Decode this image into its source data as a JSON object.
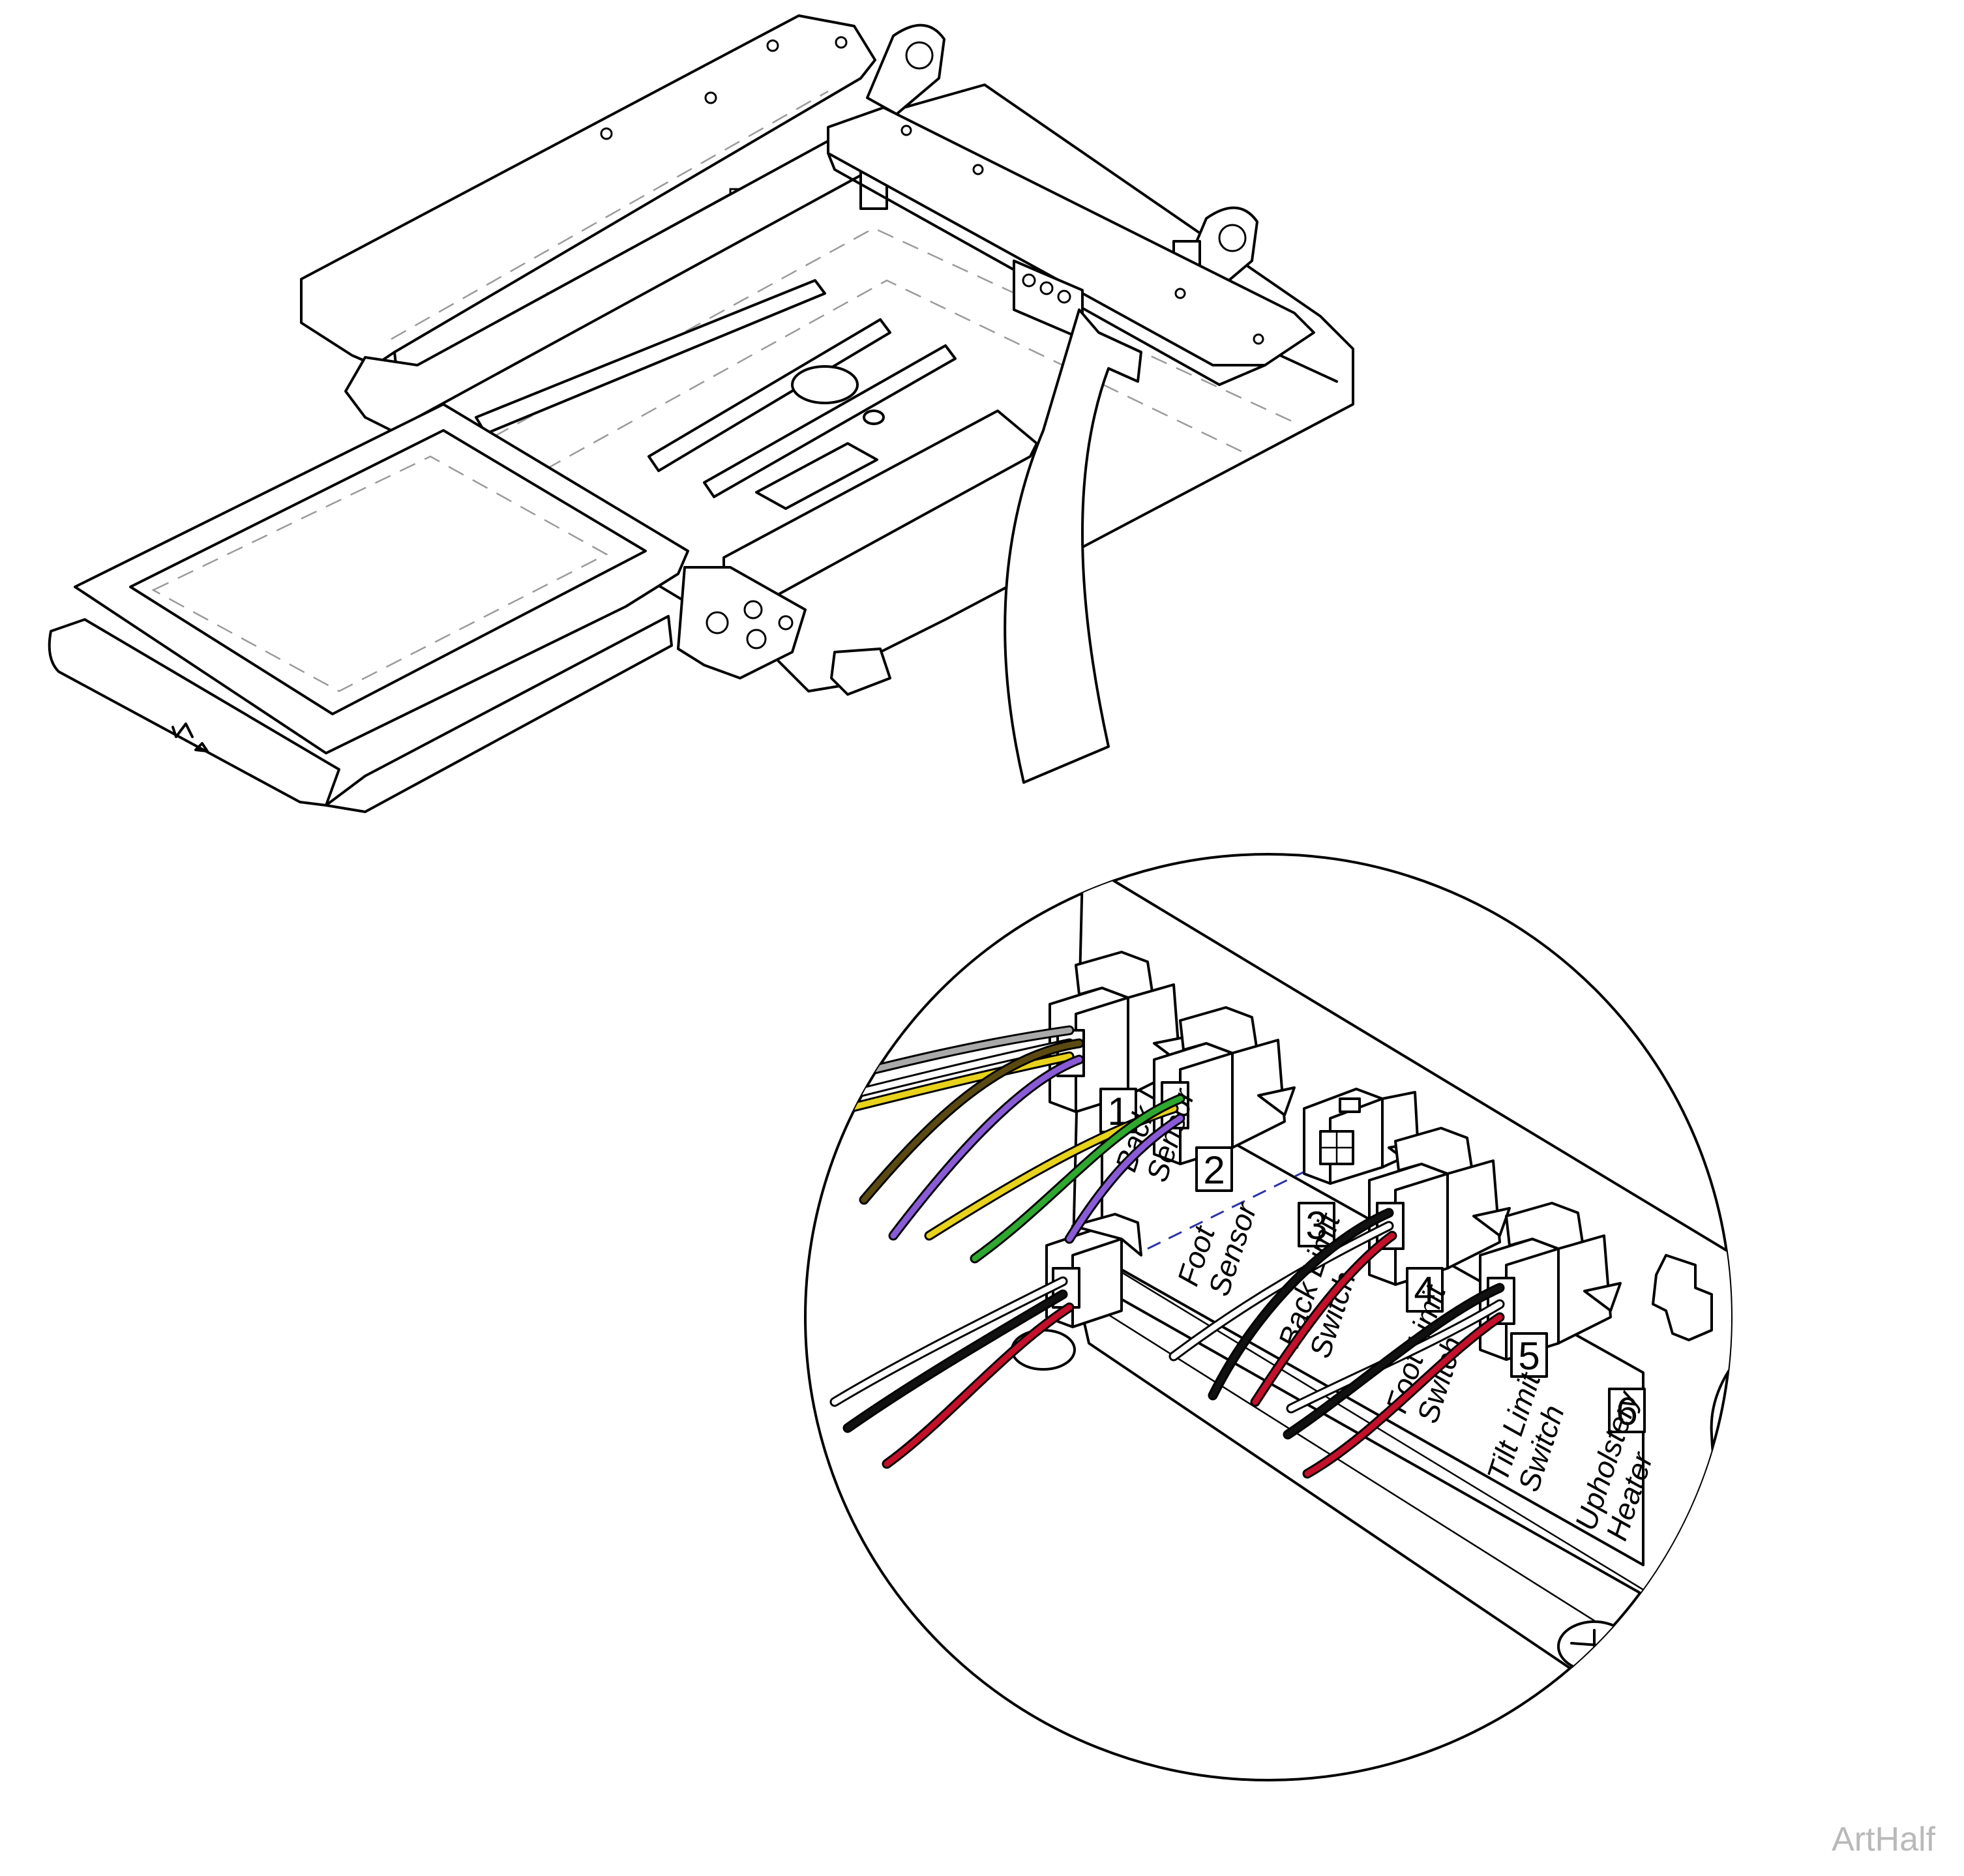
{
  "watermark": "ArtHalf",
  "colors": {
    "outline": "#000000",
    "hidden_line": "#9a9a9a",
    "dashed_connector": "#2b33a6",
    "watermark": "#b9b9b9"
  },
  "wire_colors": {
    "gray": "#a9a9a9",
    "white": "#ffffff",
    "yellow": "#e8d21b",
    "brown": "#5a4a12",
    "purple": "#8a5bd6",
    "green": "#2fa82f",
    "black": "#111111",
    "red": "#c4102a"
  },
  "ports": [
    {
      "number": "1",
      "label_lines": [
        "Back",
        "Sensor"
      ]
    },
    {
      "number": "2",
      "label_lines": [
        "Foot",
        "Sensor"
      ]
    },
    {
      "number": "3",
      "label_lines": [
        "Back Limit",
        "Switch"
      ]
    },
    {
      "number": "4",
      "label_lines": [
        "Foot Limit",
        "Switch"
      ]
    },
    {
      "number": "5",
      "label_lines": [
        "Tilt Limit",
        "Switch"
      ]
    },
    {
      "number": "6",
      "label_lines": [
        "Upholstery",
        "Heater"
      ]
    }
  ]
}
